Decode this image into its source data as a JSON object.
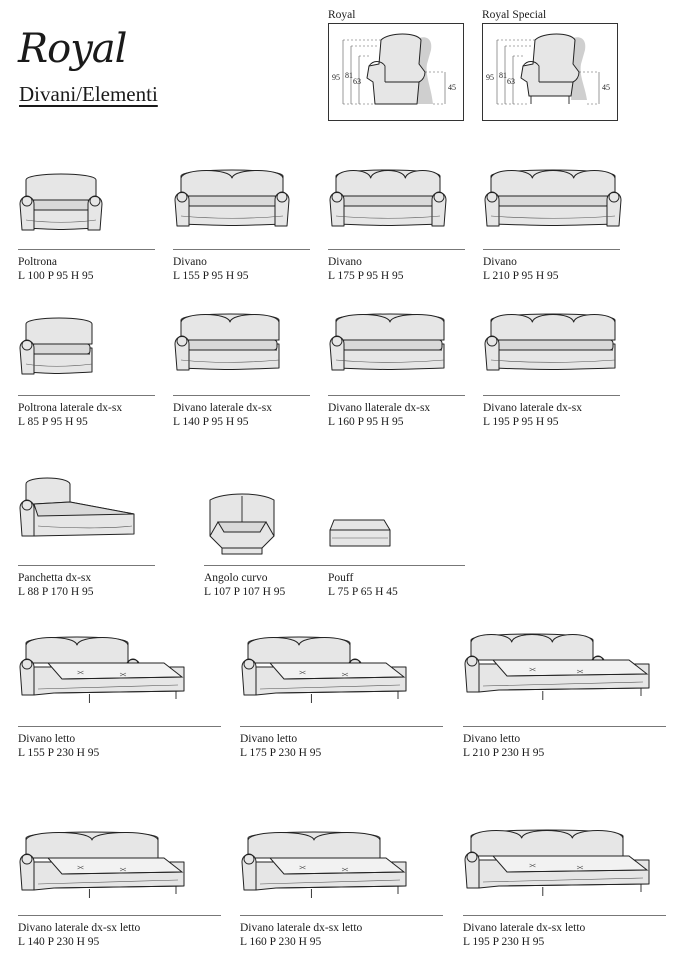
{
  "brand": "Royal",
  "subtitle": "Divani/Elementi",
  "references": [
    {
      "title": "Royal",
      "dims": [
        "95",
        "81",
        "63",
        "45"
      ]
    },
    {
      "title": "Royal Special",
      "dims": [
        "95",
        "81",
        "63",
        "45"
      ]
    }
  ],
  "items": [
    {
      "name": "Poltrona",
      "dims": "L 100 P 95 H 95"
    },
    {
      "name": "Divano",
      "dims": "L 155 P 95 H 95"
    },
    {
      "name": "Divano",
      "dims": "L 175 P 95 H 95"
    },
    {
      "name": "Divano",
      "dims": "L 210 P 95 H 95"
    },
    {
      "name": "Poltrona laterale dx-sx",
      "dims": "L 85 P 95 H 95"
    },
    {
      "name": "Divano laterale dx-sx",
      "dims": "L 140 P 95 H 95"
    },
    {
      "name": "Divano llaterale dx-sx",
      "dims": "L 160 P 95 H 95"
    },
    {
      "name": "Divano laterale dx-sx",
      "dims": "L 195 P 95 H 95"
    },
    {
      "name": "Panchetta dx-sx",
      "dims": "L 88 P 170 H 95"
    },
    {
      "name": "Angolo curvo",
      "dims": "L 107 P 107 H 95"
    },
    {
      "name": "Pouff",
      "dims": "L 75 P 65 H 45"
    },
    {
      "name": "Divano letto",
      "dims": "L 155 P 230 H 95"
    },
    {
      "name": "Divano letto",
      "dims": "L 175 P 230 H 95"
    },
    {
      "name": "Divano letto",
      "dims": "L 210 P 230 H 95"
    },
    {
      "name": "Divano laterale dx-sx letto",
      "dims": "L 140 P 230 H 95"
    },
    {
      "name": "Divano laterale dx-sx letto",
      "dims": "L 160 P 230 H 95"
    },
    {
      "name": "Divano laterale dx-sx letto",
      "dims": "L 195 P 230 H 95"
    }
  ]
}
